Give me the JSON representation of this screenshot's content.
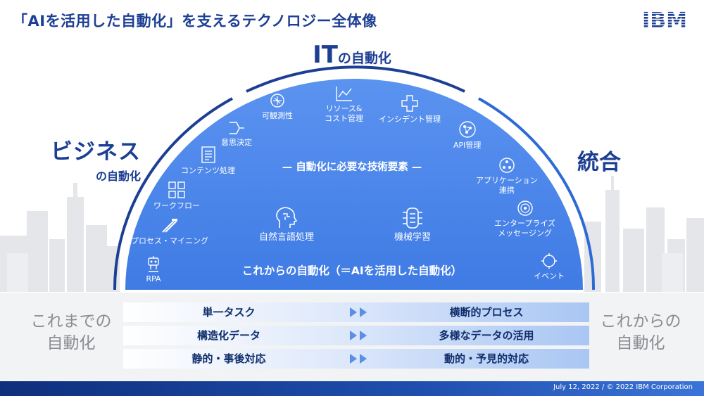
{
  "header": {
    "title": "「AIを活用した自動化」を支えるテクノロジー全体像",
    "logo_text": "IBM"
  },
  "headings": {
    "it_big": "IT",
    "it_small": "の自動化",
    "business_big": "ビジネス",
    "business_small": "の自動化",
    "integration": "統合"
  },
  "dome": {
    "tech_label": "— 自動化に必要な技術要素 —",
    "future_label": "これからの自動化（＝AIを活用した自動化）",
    "items": {
      "observability": "可観測性",
      "resource_cost": "リソース&\nコスト管理",
      "incident": "インシデント管理",
      "api": "API管理",
      "app_integration": "アプリケーション\n連携",
      "enterprise_messaging": "エンタープライズ\nメッセージング",
      "event": "イベント",
      "decision": "意思決定",
      "content": "コンテンツ処理",
      "workflow": "ワークフロー",
      "process_mining": "プロセス・マイニング",
      "rpa": "RPA",
      "nlp": "自然言語処理",
      "ml": "機械学習"
    },
    "icons": [
      "observability-icon",
      "chart-icon",
      "incident-icon",
      "api-network-icon",
      "app-link-icon",
      "target-icon",
      "event-icon",
      "decision-icon",
      "document-icon",
      "workflow-icon",
      "mining-tools-icon",
      "robot-icon",
      "brain-head-icon",
      "ml-icon"
    ]
  },
  "comparison": {
    "left_label": "これまでの\n自動化",
    "right_label": "これからの\n自動化",
    "rows": [
      {
        "from": "単一タスク",
        "to": "横断的プロセス"
      },
      {
        "from": "構造化データ",
        "to": "多様なデータの活用"
      },
      {
        "from": "静的・事後対応",
        "to": "動的・予見的対応"
      }
    ]
  },
  "footer": {
    "text": "July 12, 2022 / © 2022 IBM Corporation"
  },
  "colors": {
    "brand": "#1d3f93",
    "dome_fill": "#4c87ea",
    "gray_text": "#8a8d91",
    "footer": "#163a8c"
  }
}
